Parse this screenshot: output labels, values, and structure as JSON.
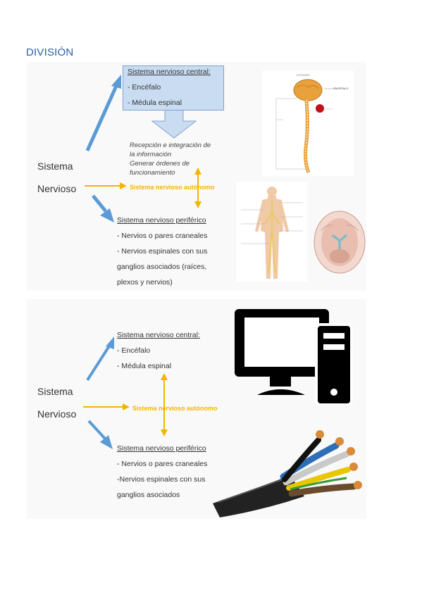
{
  "heading": "DIVISIÓN",
  "diagram1": {
    "system_line1": "Sistema",
    "system_line2": "Nervioso",
    "central_title": "Sistema nervioso central:",
    "central_items": [
      "- Encéfalo",
      "- Médula espinal"
    ],
    "function_note": [
      "Recepción e integración de",
      "la información",
      "Generar órdenes de",
      "funcionamiento"
    ],
    "autonomous": "Sistema nervioso autónomo",
    "peripheral_title": "Sistema nervioso periférico",
    "peripheral_items": [
      "- Nervios o pares craneales",
      "- Nervios espinales con sus",
      "ganglios asociados (raíces,",
      "plexos y nervios)"
    ],
    "illustration_labels": [
      "ENCÉFALO",
      "CEREBRO"
    ]
  },
  "diagram2": {
    "system_line1": "Sistema",
    "system_line2": "Nervioso",
    "central_title": "Sistema nervioso central:",
    "central_items": [
      "- Encéfalo",
      "- Médula espinal"
    ],
    "autonomous": "Sistema nervioso autónomo",
    "peripheral_title": "Sistema nervioso periférico",
    "peripheral_items": [
      "- Nervios o pares craneales",
      "-Nervios espinales con sus",
      "ganglios asociados"
    ]
  },
  "colors": {
    "blue_arrow": "#5b9bd5",
    "yellow_arrow": "#f5b400",
    "box_fill": "#c9dcf2",
    "heading": "#2e5fa8"
  },
  "icons": [
    "computer-icon",
    "cable-bundle-icon",
    "brain-spine-illustration",
    "body-nerves-illustration",
    "brain-base-illustration"
  ]
}
